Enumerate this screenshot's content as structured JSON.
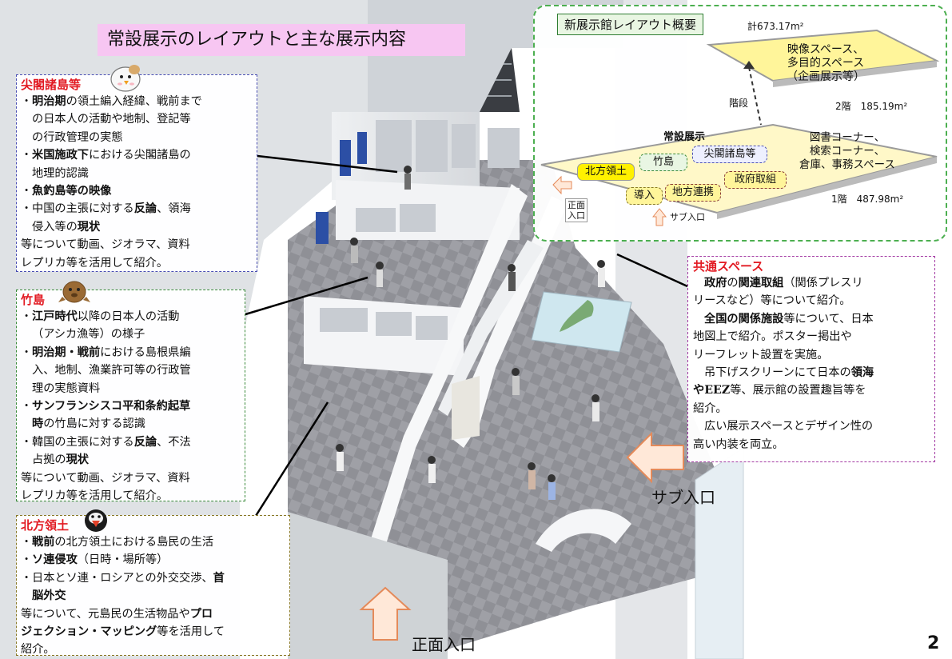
{
  "title": "常設展示のレイアウトと主な展示内容",
  "page_number": "2",
  "colors": {
    "title_bg": "#f7c6f2",
    "heading_red": "#e21a22",
    "layout_border": "#4caf50",
    "zone_yellow": "#fff59a",
    "zone_green_bg": "#e9f6e3",
    "arrow_fill": "#ffe8d8",
    "arrow_stroke": "#e48a5a"
  },
  "senkaku": {
    "heading": "尖閣諸島等",
    "b1_a": "明治期",
    "b1_b": "の領土編入経緯、戦前まで",
    "b1_c": "の日本人の活動や地制、登記等",
    "b1_d": "の行政管理の実態",
    "b2_a": "米国施政下",
    "b2_b": "における尖閣諸島の",
    "b2_c": "地理的認識",
    "b3": "魚釣島等の映像",
    "b4_a": "中国の主張に対する",
    "b4_b": "反論",
    "b4_c": "、領海",
    "b4_d": "侵入等の",
    "b4_e": "現状",
    "closing_a": "等について動画、ジオラマ、資料",
    "closing_b": "レプリカ等を活用して紹介。"
  },
  "takeshima": {
    "heading": "竹島",
    "b1_a": "江戸時代",
    "b1_b": "以降の日本人の活動",
    "b1_c": "（アシカ漁等）の様子",
    "b2_a": "明治期・戦前",
    "b2_b": "における島根県編",
    "b2_c": "入、地制、漁業許可等の行政管",
    "b2_d": "理の実態資料",
    "b3_a": "サンフランシスコ平和条約起草",
    "b3_b": "時",
    "b3_c": "の竹島に対する認識",
    "b4_a": "韓国の主張に対する",
    "b4_b": "反論",
    "b4_c": "、不法",
    "b4_d": "占拠の",
    "b4_e": "現状",
    "closing_a": "等について動画、ジオラマ、資料",
    "closing_b": "レプリカ等を活用して紹介。"
  },
  "hoppo": {
    "heading": "北方領土",
    "b1_a": "戦前",
    "b1_b": "の北方領土における島民の生活",
    "b2_a": "ソ連侵攻",
    "b2_b": "（日時・場所等）",
    "b3_a": "日本とソ連・ロシアとの外交交渉、",
    "b3_b": "首",
    "b3_c": "脳外交",
    "closing_a": "等について、元島民の生活物品や",
    "closing_b": "プロ",
    "closing_c": "ジェクション・マッピング",
    "closing_d": "等を活用して",
    "closing_e": "紹介。"
  },
  "common": {
    "heading": "共通スペース",
    "p1_a": "政府",
    "p1_b": "の",
    "p1_c": "関連取組",
    "p1_d": "（関係プレスリ",
    "p1_e": "リースなど）等について紹介。",
    "p2_a": "全国の関係施設",
    "p2_b": "等について、日本",
    "p2_c": "地図上で紹介。ポスター掲出や",
    "p2_d": "リーフレット設置を実施。",
    "p3_a": "吊下げスクリーンにて日本の",
    "p3_b": "領海",
    "p3_c": "や",
    "p3_d": "EEZ",
    "p3_e": "等、展示館の設置趣旨等を",
    "p3_f": "紹介。",
    "p4_a": "広い展示スペースとデザイン性の",
    "p4_b": "高い内装を両立。"
  },
  "layout_overview": {
    "label": "新展示館レイアウト概要",
    "total": "計673.17m²",
    "floor2_text_a": "映像スペース、",
    "floor2_text_b": "多目的スペース",
    "floor2_text_c": "（企画展示等）",
    "floor2_area": "2階　185.19m²",
    "stairs": "階段",
    "permanent": "常設展示",
    "zone_hoppo": "北方領土",
    "zone_takeshima": "竹島",
    "zone_senkaku": "尖閣諸島等",
    "zone_intro": "導入",
    "zone_local": "地方連携",
    "zone_gov": "政府取組",
    "library_a": "図書コーナー、",
    "library_b": "検索コーナー、",
    "library_c": "倉庫、事務スペース",
    "floor1_area": "1階　487.98m²",
    "main_entry_a": "正面",
    "main_entry_b": "入口",
    "sub_entry": "サブ入口"
  },
  "entrances": {
    "sub": "サブ入口",
    "main": "正面入口"
  },
  "icons": [
    "seagull-mascot-icon",
    "sea-lion-mascot-icon",
    "puffin-mascot-icon"
  ]
}
